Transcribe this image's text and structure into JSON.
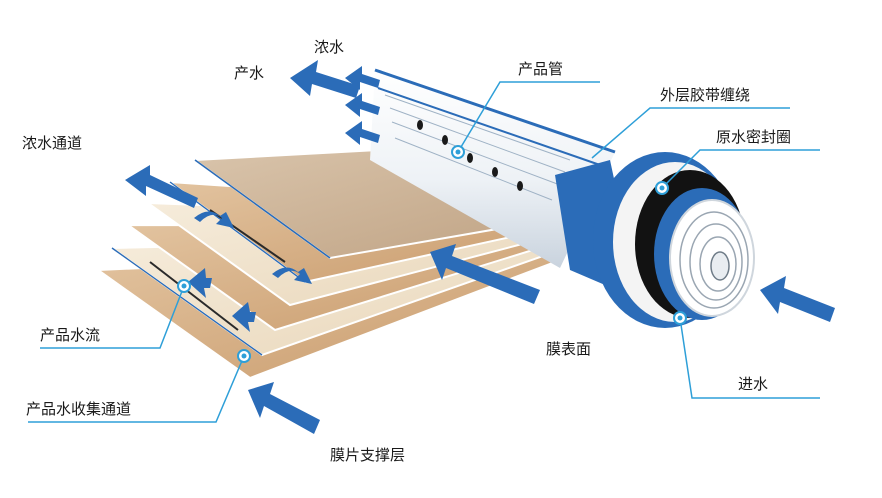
{
  "labels": {
    "concentrate": "浓水",
    "product": "产水",
    "product_tube": "产品管",
    "outer_tape": "外层胶带缠绕",
    "brine_seal": "原水密封圈",
    "concentrate_channel": "浓水通道",
    "membrane_surface": "膜表面",
    "product_flow": "产品水流",
    "feed_in": "进水",
    "permeate_channel": "产品水收集通道",
    "support_layer": "膜片支撑层"
  },
  "colors": {
    "accent_blue": "#2b6cb8",
    "leader_blue": "#2e9fd8",
    "membrane_tan": "#d6b088",
    "membrane_light": "#f0e4cf",
    "seal_black": "#121212",
    "seal_white": "#f4f4f4"
  }
}
